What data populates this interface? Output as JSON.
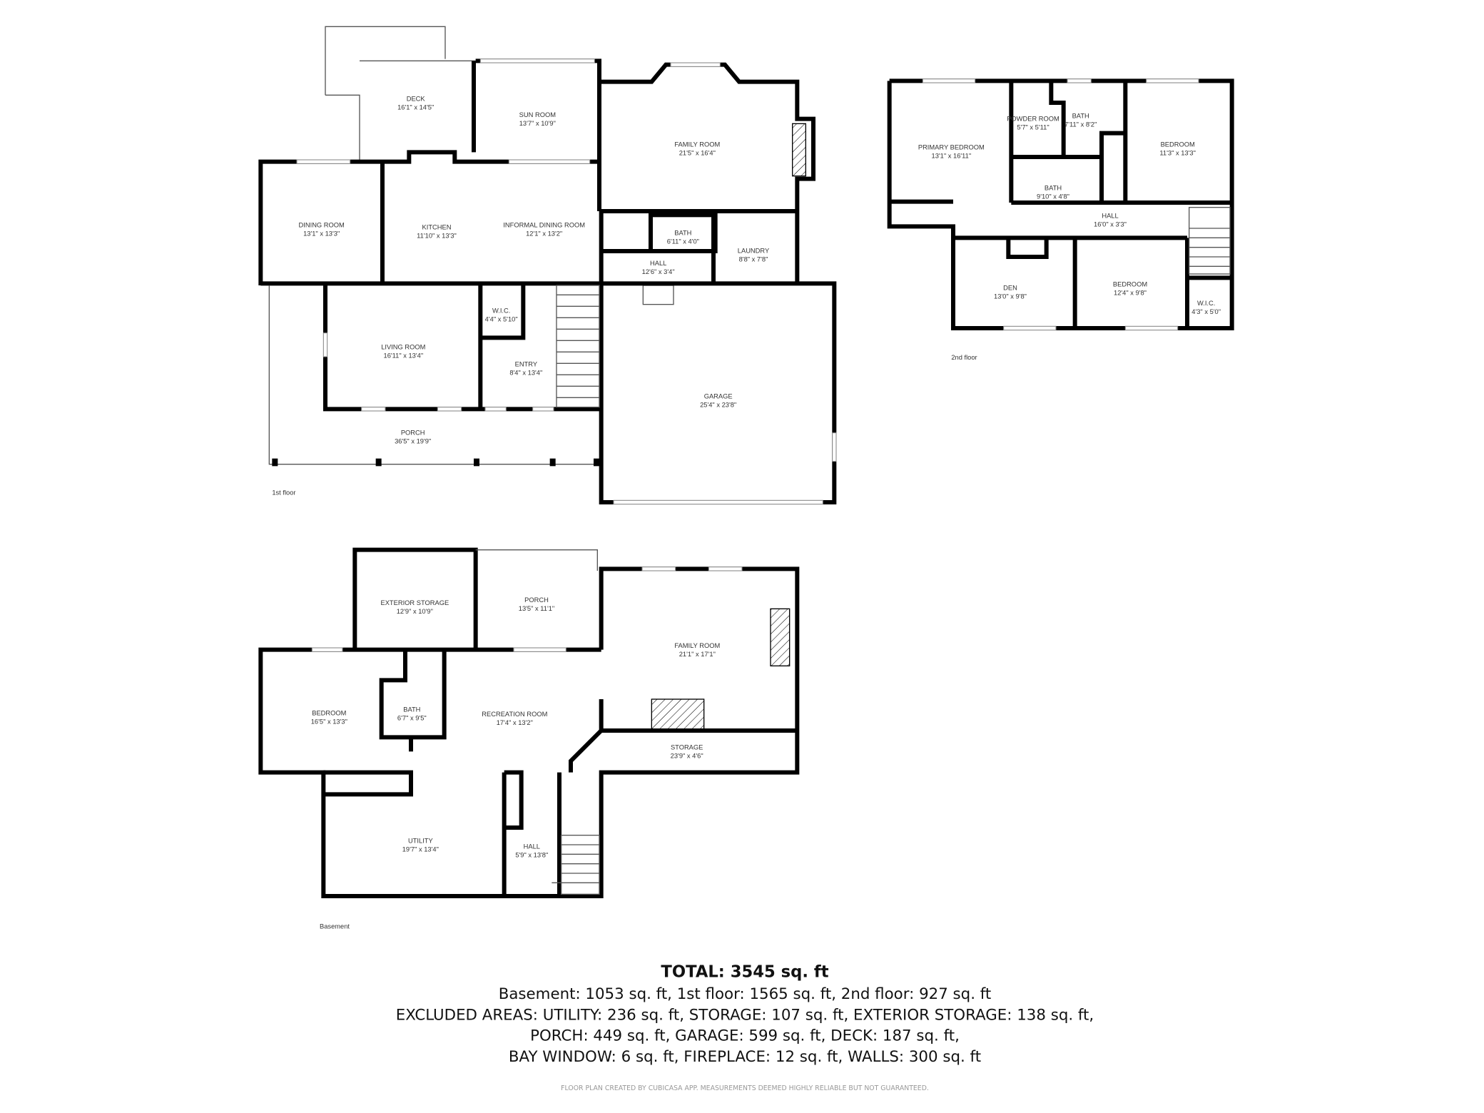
{
  "first_floor": {
    "label": "1st floor",
    "rooms": [
      {
        "name": "DECK",
        "dims": "16'1\" x 14'5\""
      },
      {
        "name": "SUN ROOM",
        "dims": "13'7\" x 10'9\""
      },
      {
        "name": "FAMILY ROOM",
        "dims": "21'5\" x 16'4\""
      },
      {
        "name": "DINING ROOM",
        "dims": "13'1\" x 13'3\""
      },
      {
        "name": "KITCHEN",
        "dims": "11'10\" x 13'3\""
      },
      {
        "name": "INFORMAL DINING ROOM",
        "dims": "12'1\" x 13'2\""
      },
      {
        "name": "BATH",
        "dims": "6'11\" x 4'0\""
      },
      {
        "name": "LAUNDRY",
        "dims": "8'8\" x 7'8\""
      },
      {
        "name": "HALL",
        "dims": "12'6\" x 3'4\""
      },
      {
        "name": "W.I.C.",
        "dims": "4'4\" x 5'10\""
      },
      {
        "name": "LIVING ROOM",
        "dims": "16'11\" x 13'4\""
      },
      {
        "name": "ENTRY",
        "dims": "8'4\" x 13'4\""
      },
      {
        "name": "GARAGE",
        "dims": "25'4\" x 23'8\""
      },
      {
        "name": "PORCH",
        "dims": "36'5\" x 19'9\""
      }
    ]
  },
  "second_floor": {
    "label": "2nd floor",
    "rooms": [
      {
        "name": "PRIMARY BEDROOM",
        "dims": "13'1\" x 16'11\""
      },
      {
        "name": "POWDER ROOM",
        "dims": "5'7\" x 5'11\""
      },
      {
        "name": "BATH",
        "dims": "7'11\" x 8'2\""
      },
      {
        "name": "BEDROOM",
        "dims": "11'3\" x 13'3\""
      },
      {
        "name": "BATH",
        "dims": "9'10\" x 4'8\""
      },
      {
        "name": "HALL",
        "dims": "16'0\" x 3'3\""
      },
      {
        "name": "DEN",
        "dims": "13'0\" x 9'8\""
      },
      {
        "name": "BEDROOM",
        "dims": "12'4\" x 9'8\""
      },
      {
        "name": "W.I.C.",
        "dims": "4'3\" x 5'0\""
      }
    ]
  },
  "basement": {
    "label": "Basement",
    "rooms": [
      {
        "name": "EXTERIOR STORAGE",
        "dims": "12'9\" x 10'9\""
      },
      {
        "name": "PORCH",
        "dims": "13'5\" x 11'1\""
      },
      {
        "name": "FAMILY ROOM",
        "dims": "21'1\" x 17'1\""
      },
      {
        "name": "BEDROOM",
        "dims": "16'5\" x 13'3\""
      },
      {
        "name": "BATH",
        "dims": "6'7\" x 9'5\""
      },
      {
        "name": "RECREATION ROOM",
        "dims": "17'4\" x 13'2\""
      },
      {
        "name": "STORAGE",
        "dims": "23'9\" x 4'6\""
      },
      {
        "name": "UTILITY",
        "dims": "19'7\" x 13'4\""
      },
      {
        "name": "HALL",
        "dims": "5'9\" x 13'8\""
      }
    ]
  },
  "summary": {
    "total": "TOTAL: 3545 sq. ft",
    "line1": "Basement: 1053 sq. ft, 1st floor: 1565 sq. ft, 2nd floor: 927 sq. ft",
    "line2": "EXCLUDED AREAS: UTILITY: 236 sq. ft, STORAGE: 107 sq. ft, EXTERIOR STORAGE: 138 sq. ft,",
    "line3": "PORCH: 449 sq. ft, GARAGE: 599 sq. ft, DECK: 187 sq. ft,",
    "line4": "BAY WINDOW: 6 sq. ft, FIREPLACE: 12 sq. ft, WALLS: 300 sq. ft",
    "disclaimer": "FLOOR PLAN CREATED BY CUBICASA APP. MEASUREMENTS DEEMED HIGHLY RELIABLE BUT NOT GUARANTEED."
  }
}
